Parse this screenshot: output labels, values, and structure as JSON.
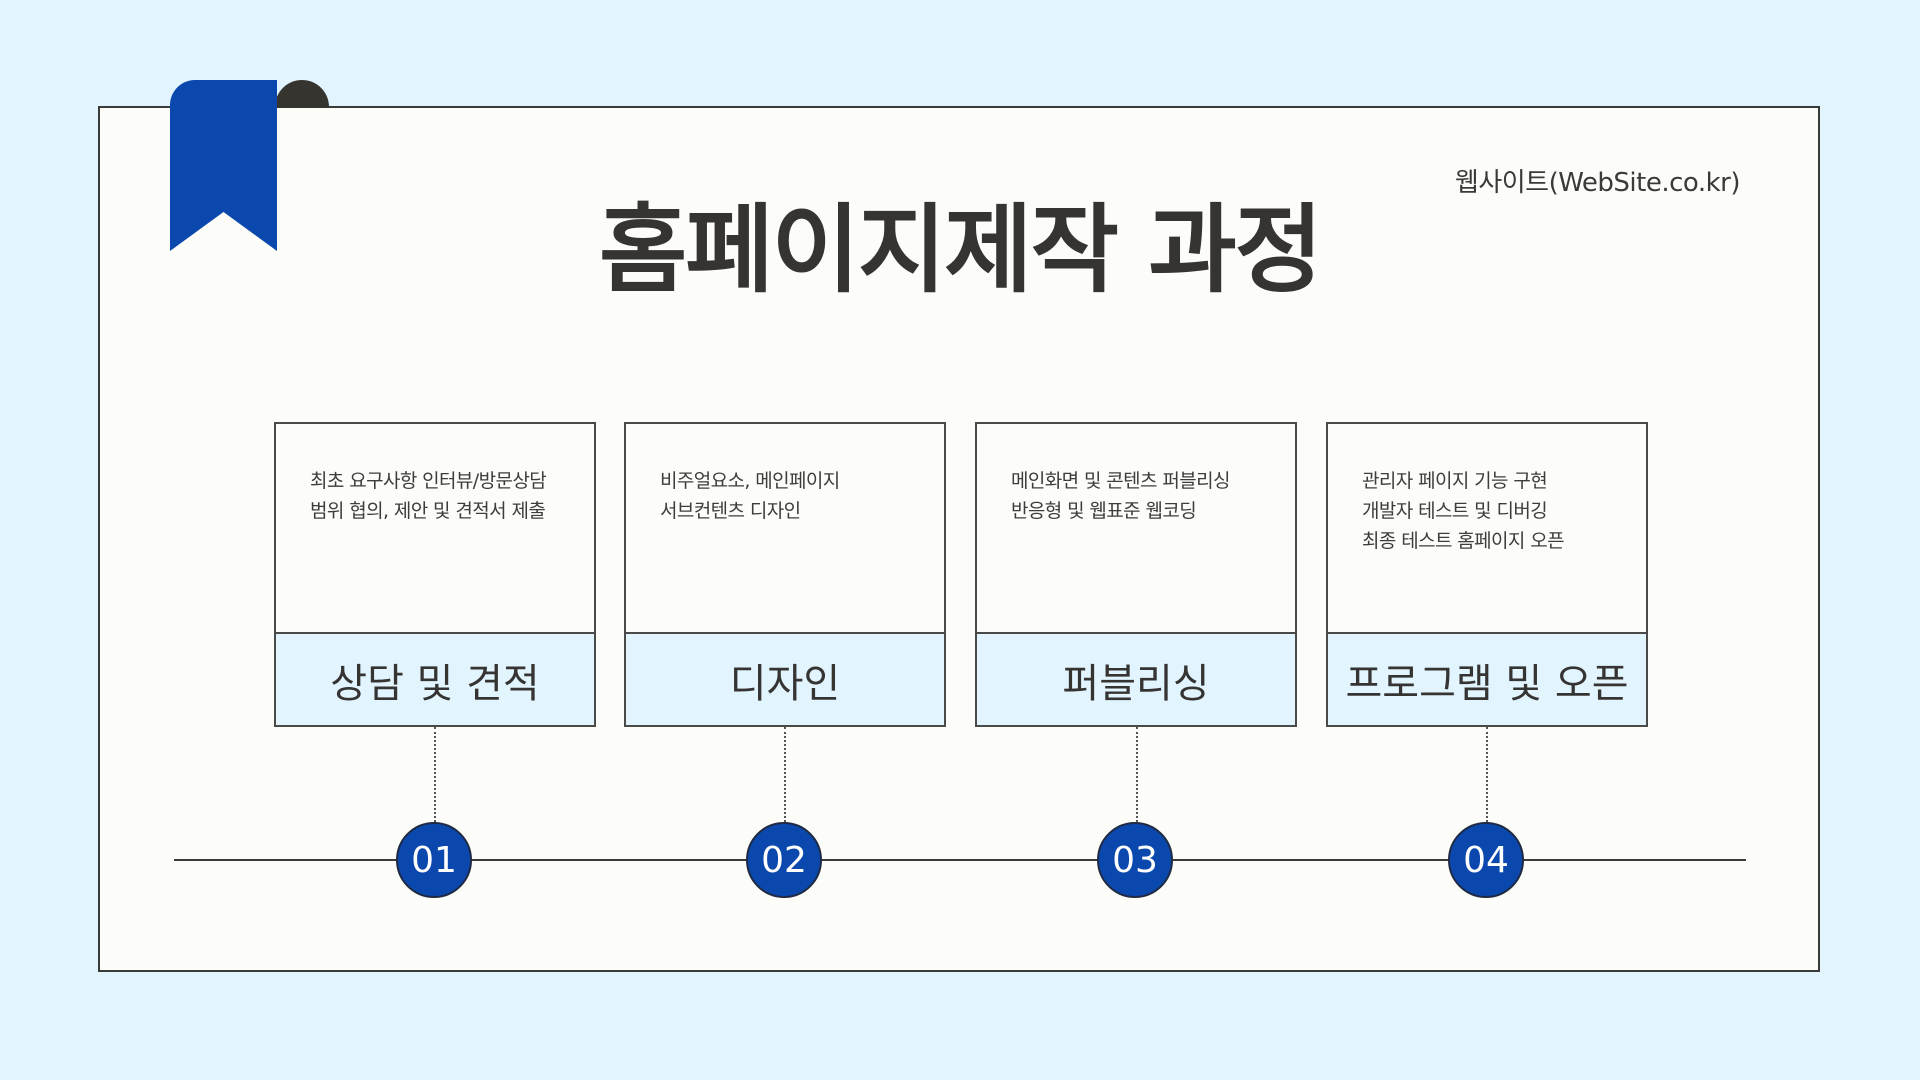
{
  "website": "웹사이트(WebSite.co.kr)",
  "title": "홈페이지제작 과정",
  "colors": {
    "background": "#e2f4fe",
    "panel": "#fcfcf8",
    "accent_blue": "#0b48ad",
    "dark": "#353432"
  },
  "steps": [
    {
      "number": "01",
      "label": "상담 및 견적",
      "lines": [
        "최초 요구사항 인터뷰/방문상담",
        "범위 협의, 제안 및 견적서 제출"
      ]
    },
    {
      "number": "02",
      "label": "디자인",
      "lines": [
        "비주얼요소, 메인페이지",
        "서브컨텐츠 디자인"
      ]
    },
    {
      "number": "03",
      "label": "퍼블리싱",
      "lines": [
        "메인화면 및 콘텐츠 퍼블리싱",
        "반응형 및 웹표준 웹코딩"
      ]
    },
    {
      "number": "04",
      "label": "프로그램 및 오픈",
      "lines": [
        "관리자 페이지 기능 구현",
        "개발자 테스트 및 디버깅",
        "최종 테스트 홈페이지 오픈"
      ]
    }
  ]
}
